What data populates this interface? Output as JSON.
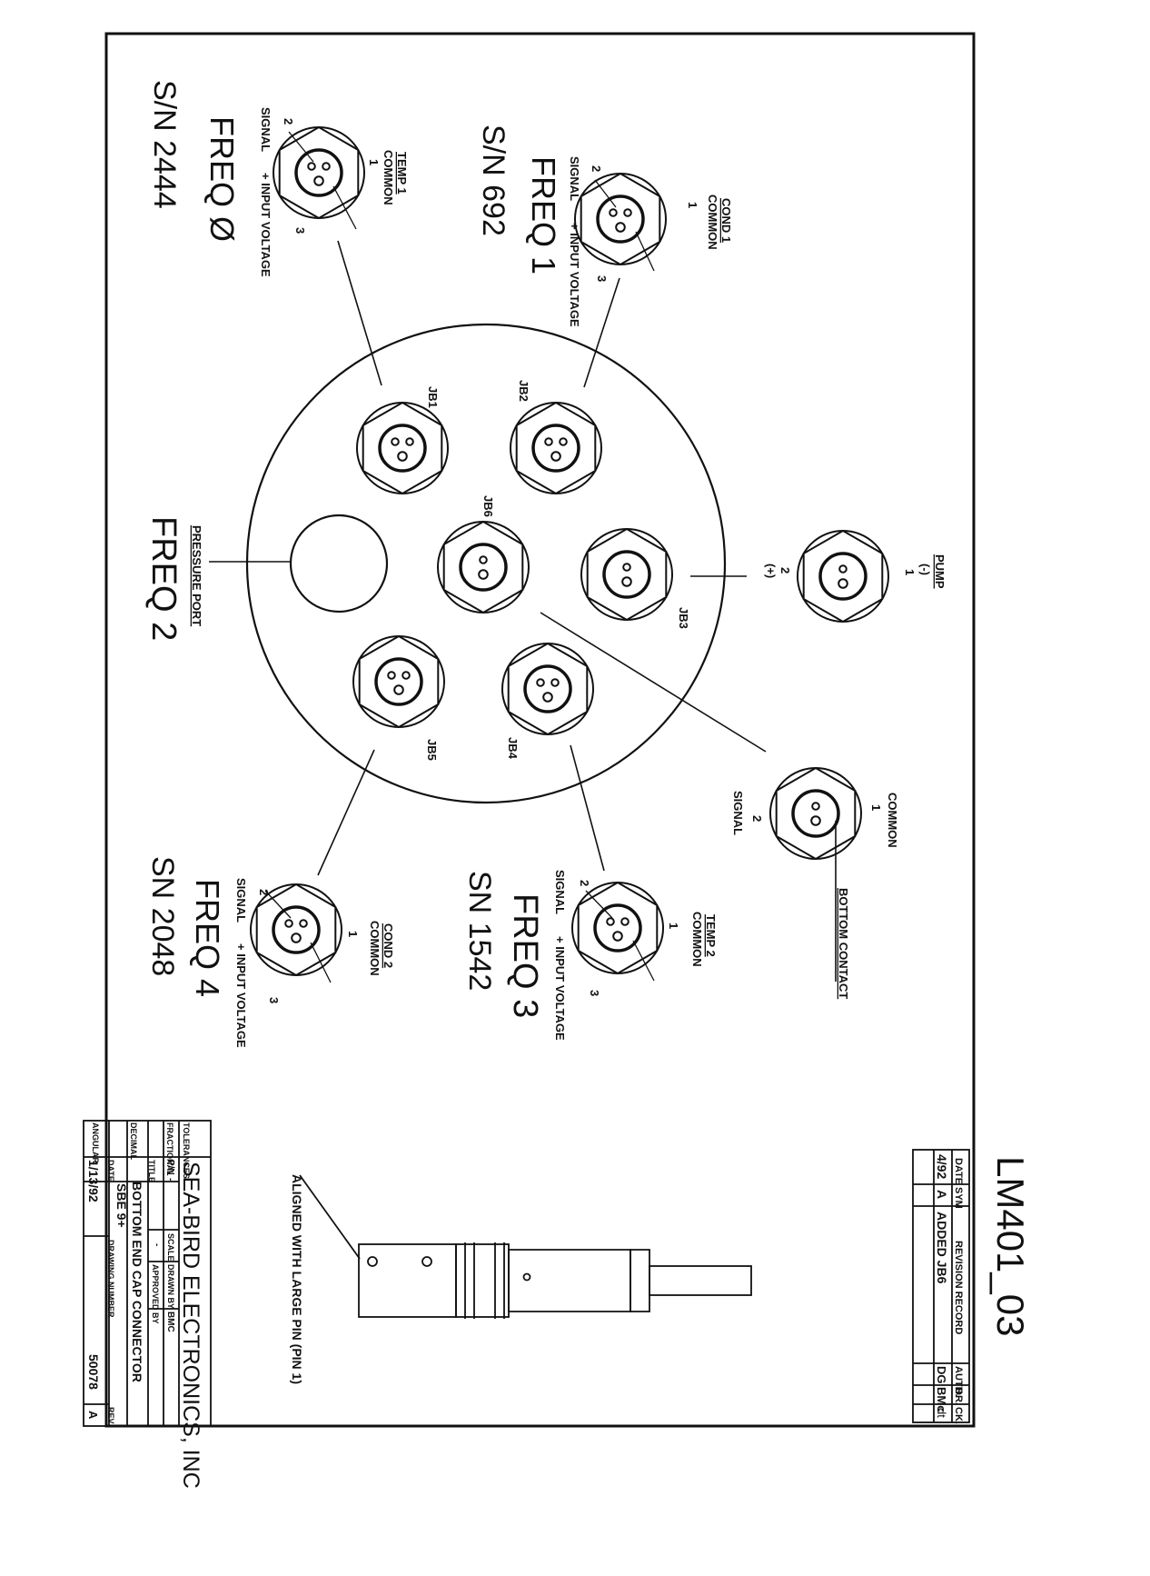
{
  "jb_ports": [
    "JB1",
    "JB2",
    "JB3",
    "JB4",
    "JB5",
    "JB6"
  ],
  "pressure_port": "PRESSURE PORT",
  "connectors": {
    "cond1": {
      "title": "COND 1",
      "common": "COMMON",
      "signal": "SIGNAL",
      "input": "+ INPUT VOLTAGE",
      "pins": [
        "1",
        "2",
        "3"
      ]
    },
    "temp1": {
      "title": "TEMP 1",
      "common": "COMMON",
      "signal": "SIGNAL",
      "input": "+ INPUT VOLTAGE",
      "pins": [
        "1",
        "2",
        "3"
      ]
    },
    "cond2": {
      "title": "COND 2",
      "common": "COMMON",
      "signal": "SIGNAL",
      "input": "+ INPUT VOLTAGE",
      "pins": [
        "1",
        "2",
        "3"
      ]
    },
    "temp2": {
      "title": "TEMP 2",
      "common": "COMMON",
      "signal": "SIGNAL",
      "input": "+ INPUT VOLTAGE",
      "pins": [
        "1",
        "2",
        "3"
      ]
    },
    "pump": {
      "title": "PUMP",
      "minus": "(-)",
      "plus": "(+)",
      "pins": [
        "1",
        "2"
      ]
    },
    "bottom": {
      "title": "BOTTOM CONTACT",
      "common": "COMMON",
      "signal": "SIGNAL",
      "pins": [
        "1",
        "2"
      ]
    }
  },
  "handwritten": {
    "freq0": "FREQ Ø",
    "sn0": "S/N 2444",
    "freq1": "FREQ 1",
    "sn1": "S/N 692",
    "freq2": "FREQ 2",
    "freq3": "FREQ 3",
    "sn3": "SN 1542",
    "freq4": "FREQ 4",
    "sn4": "SN 2048",
    "doc_id": "LM401_03"
  },
  "aligned_note": "ALIGNED WITH LARGE PIN (PIN 1)",
  "revision": {
    "headers": [
      "DATE",
      "SYM",
      "REVISION RECORD",
      "AUTH.",
      "DR.",
      "CK."
    ],
    "row": [
      "4/92",
      "A",
      "ADDED JB6",
      "",
      "DG",
      "BMc",
      "dt"
    ]
  },
  "title_block": {
    "company": "SEA-BIRD ELECTRONICS, INC",
    "tolerances": "TOLERANCES",
    "fractional": "FRACTIONAL",
    "decimal": "DECIMAL",
    "angular": "ANGULAR",
    "pn_label": "P/N",
    "pn_value": "-",
    "scale_label": "SCALE",
    "scale_value": "-",
    "drawn_by": "DRAWN BY",
    "drawn_by_value": "BMC",
    "approved_by": "APPROVED BY",
    "title_label": "TITLE",
    "title_line1": "BOTTOM END CAP CONNECTOR",
    "title_line2": "SBE 9+",
    "date_label": "DATE",
    "date_value": "1/13/92",
    "drawing_number_label": "DRAWING NUMBER",
    "drawing_number": "50078",
    "rev_label": "REV",
    "rev_value": "A"
  }
}
